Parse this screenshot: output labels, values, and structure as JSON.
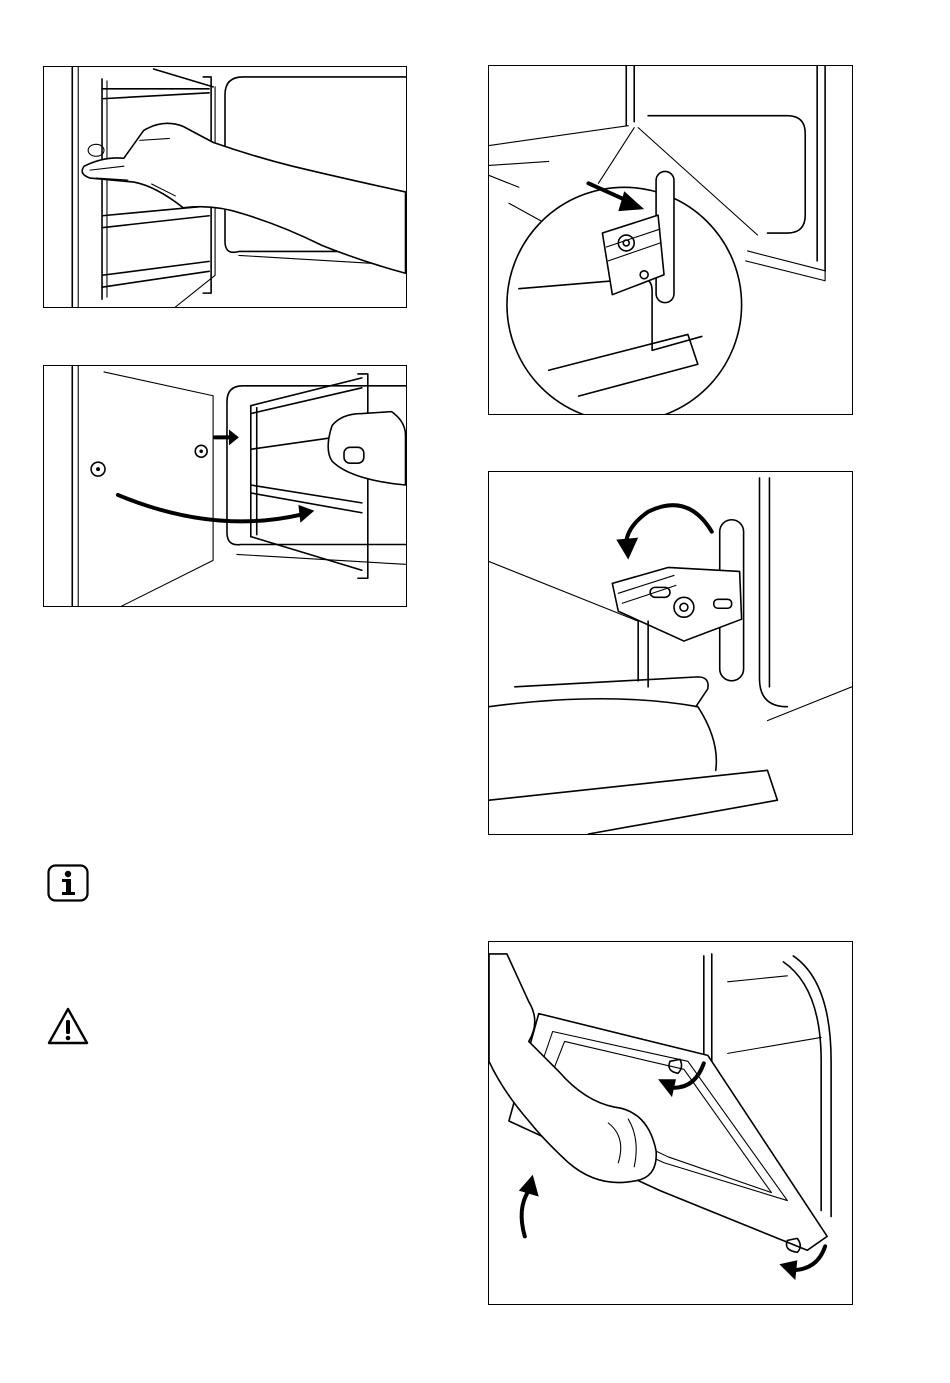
{
  "figures": [
    {
      "id": "remove-shelf-support-grip",
      "icon": "hand-pulling-shelf-support"
    },
    {
      "id": "remove-shelf-support-swing",
      "icon": "shelf-support-swing-out-arrow"
    },
    {
      "id": "door-hinge-lever-detail",
      "icon": "hinge-lever-push-arrow"
    },
    {
      "id": "door-hinge-lever-rotate",
      "icon": "hinge-lever-rotate-arrow"
    },
    {
      "id": "lift-oven-door",
      "icon": "door-lift-arrows"
    }
  ],
  "notices": [
    {
      "type": "info",
      "icon": "info-icon"
    },
    {
      "type": "warning",
      "icon": "warning-triangle-icon"
    }
  ],
  "colors": {
    "line": "#000000",
    "background": "#ffffff"
  }
}
